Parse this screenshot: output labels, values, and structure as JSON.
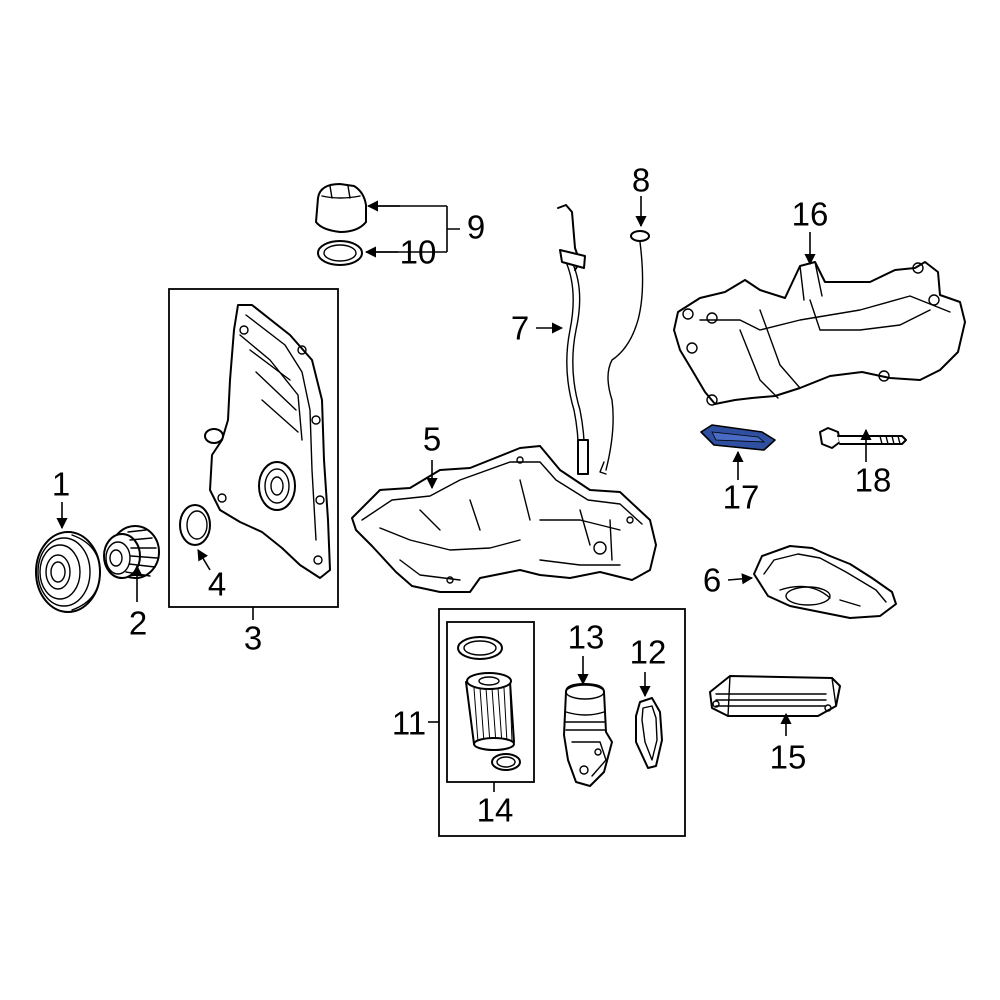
{
  "colors": {
    "line": "#000000",
    "background": "#ffffff",
    "highlight": "#2f4fa0"
  },
  "callouts": {
    "c1": "1",
    "c2": "2",
    "c3": "3",
    "c4": "4",
    "c5": "5",
    "c6": "6",
    "c7": "7",
    "c8": "8",
    "c9": "9",
    "c10": "10",
    "c11": "11",
    "c12": "12",
    "c13": "13",
    "c14": "14",
    "c15": "15",
    "c16": "16",
    "c17": "17",
    "c18": "18"
  },
  "highlighted_part": "17"
}
